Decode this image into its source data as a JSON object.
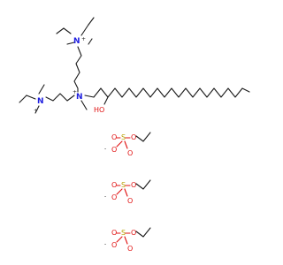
{
  "figure": {
    "cation_label_n": "N",
    "cation_plus": "+",
    "hydroxyl_label": "HO",
    "sulfate_labels": {
      "s": "S",
      "o": "O",
      "minus": "-"
    }
  },
  "colors": {
    "nitrogen": "#2020e0",
    "oxygen": "#e01010",
    "sulfur": "#b8a000",
    "bond": "#1a1a1a"
  }
}
